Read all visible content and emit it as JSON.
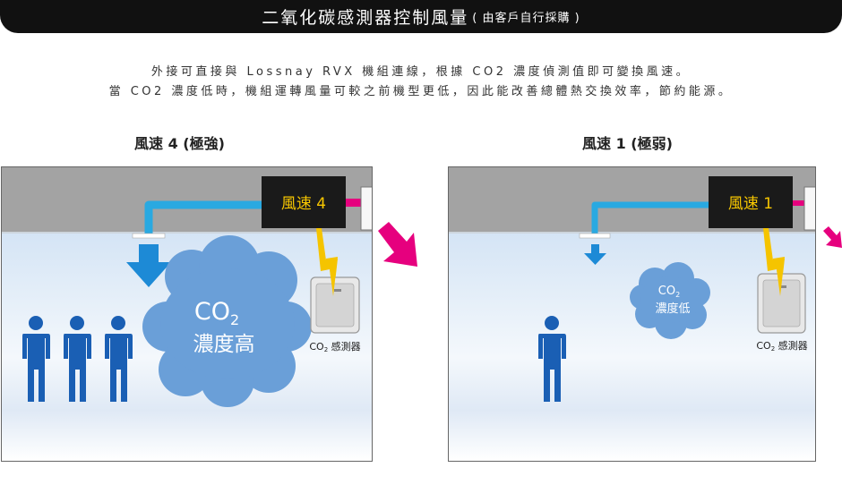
{
  "header": {
    "title": "二氧化碳感測器控制風量",
    "subtitle": "( 由客戶自行採購 )"
  },
  "description": {
    "line1": "外接可直接與 Lossnay RVX 機組連線，根據 CO2 濃度偵測值即可變換風速。",
    "line2": "當 CO2 濃度低時，機組運轉風量可較之前機型更低，因此能改善總體熱交換效率，節約能源。"
  },
  "left_panel": {
    "heading": "風速 4 (極強)",
    "unit_label": "風速 4",
    "cloud_co": "CO",
    "cloud_sub": "2",
    "cloud_text": "濃度高",
    "sensor_co": "CO",
    "sensor_sub": "2",
    "sensor_text": " 感測器"
  },
  "right_panel": {
    "heading": "風速 1 (極弱)",
    "unit_label": "風速 1",
    "cloud_co": "CO",
    "cloud_sub": "2",
    "cloud_text": "濃度低",
    "sensor_co": "CO",
    "sensor_sub": "2",
    "sensor_text": " 感測器"
  },
  "colors": {
    "duct_blue": "#29a9e1",
    "flow_blue": "#1d8ad6",
    "exhaust_pink": "#e6007e",
    "person_blue": "#1a5fb4",
    "cloud_blue": "#6a9fd8",
    "lightning": "#f5c400",
    "unit_bg": "#1a1a1a",
    "unit_text": "#f7c600"
  }
}
